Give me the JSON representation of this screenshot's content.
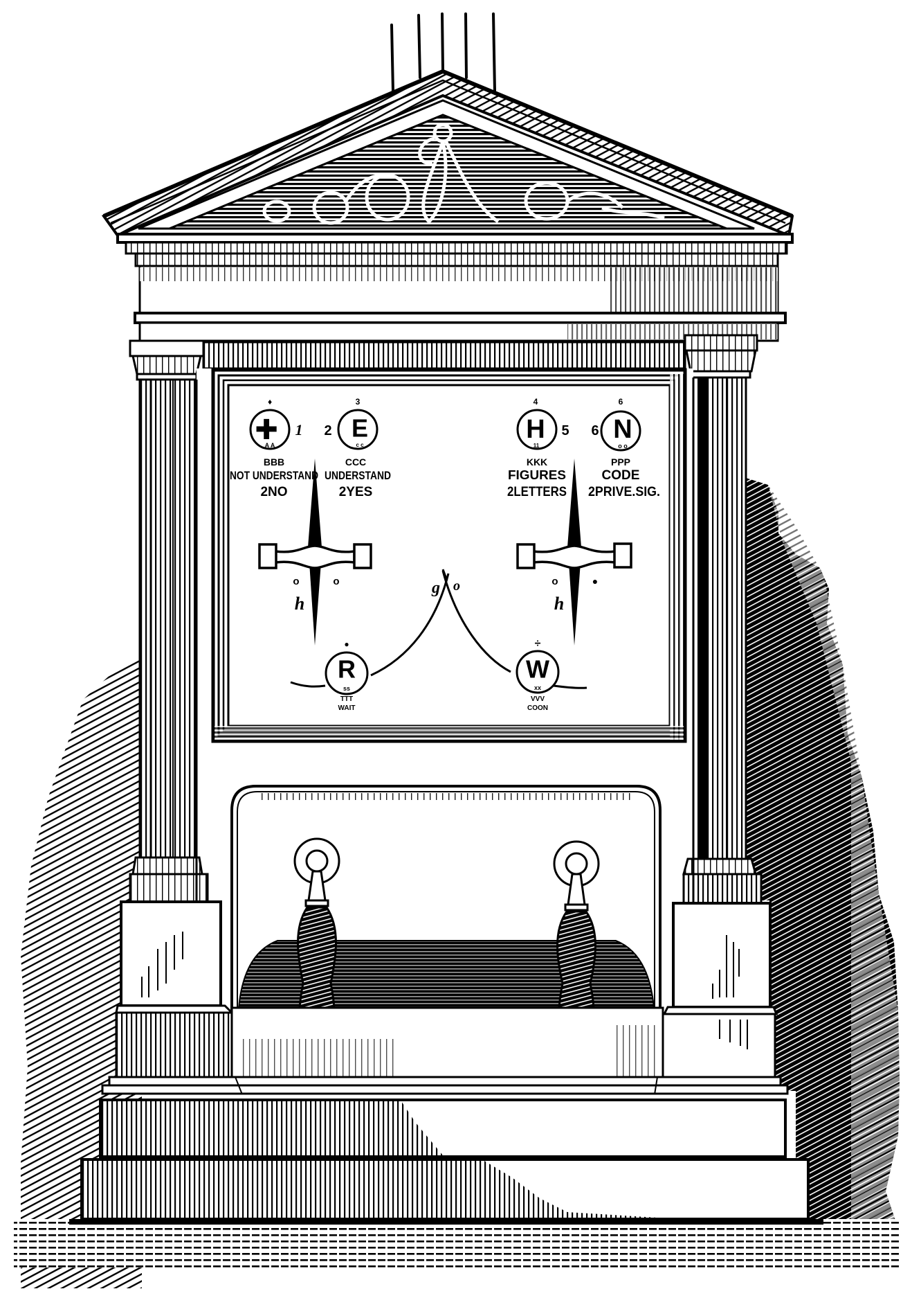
{
  "illustration": {
    "subject": "Telegraph signalling instrument in a classical temple-style case",
    "style": "black and white wood engraving",
    "colors": {
      "ink": "#000000",
      "paper": "#ffffff"
    }
  },
  "dial_panel": {
    "top_symbols": [
      {
        "id": "cross",
        "glyph": "✚",
        "top_mark": "♦",
        "side_mark": "1",
        "bottom_mark": "A A",
        "code": "BBB",
        "line1": "NOT UNDERSTAND",
        "line2": "2NO"
      },
      {
        "id": "E",
        "glyph": "E",
        "top_mark": "3",
        "side_mark": "2",
        "bottom_mark": "c c",
        "code": "CCC",
        "line1": "UNDERSTAND",
        "line2": "2YES"
      },
      {
        "id": "H",
        "glyph": "H",
        "top_mark": "4",
        "side_mark": "5",
        "bottom_mark": "11",
        "code": "KKK",
        "line1": "FIGURES",
        "line2": "2LETTERS"
      },
      {
        "id": "N",
        "glyph": "N",
        "top_mark": "6",
        "side_mark": "6",
        "bottom_mark": "o o",
        "code": "PPP",
        "line1": "CODE",
        "line2": "2PRIVE.SIG."
      }
    ],
    "bottom_symbols": [
      {
        "id": "R",
        "glyph": "R",
        "top_mark": "●",
        "bottom_mark": "ss",
        "code": "TTT",
        "word": "WAIT"
      },
      {
        "id": "W",
        "glyph": "W",
        "top_mark": "÷",
        "bottom_mark": "xx",
        "code": "VVV",
        "word": "COON"
      }
    ],
    "needle_marks": {
      "left": {
        "left_dot": "o",
        "right_dot": "o",
        "letter": "h"
      },
      "right": {
        "left_dot": "o",
        "right_dot": "●",
        "letter": "h"
      }
    },
    "center_mark": {
      "left": "g",
      "right": "o"
    }
  },
  "handles": [
    {
      "id": "left-handle"
    },
    {
      "id": "right-handle"
    }
  ],
  "wires": {
    "count": 5
  }
}
